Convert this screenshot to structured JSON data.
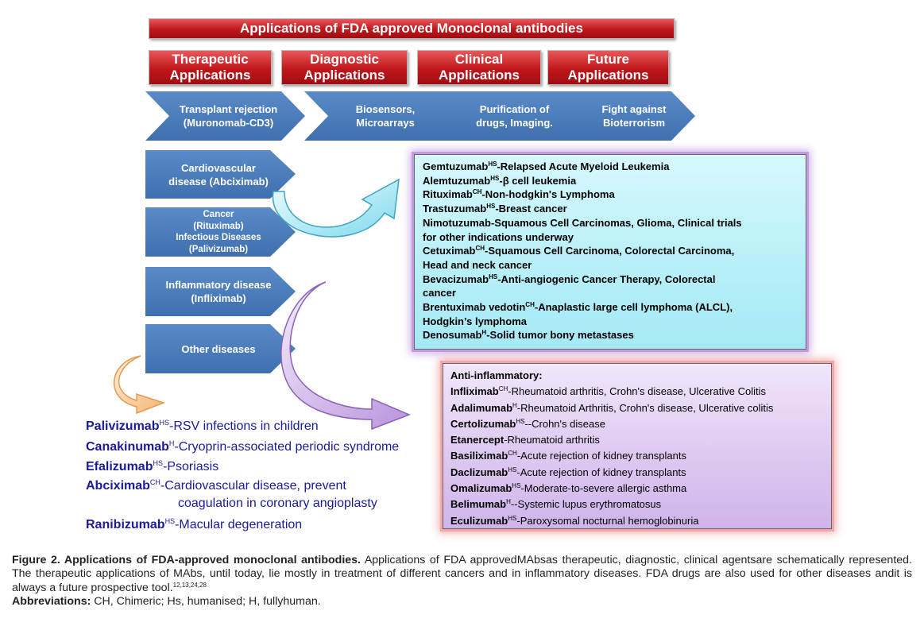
{
  "title": "Applications of FDA approved Monoclonal antibodies",
  "categories": [
    {
      "line1": "Therapeutic",
      "line2": "Applications"
    },
    {
      "line1": "Diagnostic",
      "line2": "Applications"
    },
    {
      "line1": "Clinical",
      "line2": "Applications"
    },
    {
      "line1": "Future",
      "line2": "Applications"
    }
  ],
  "top_row": [
    {
      "line1": "Transplant  rejection",
      "line2": "(Muronomab-CD3)"
    },
    {
      "line1": "Biosensors,",
      "line2": "Microarrays"
    },
    {
      "line1": "Purification of",
      "line2": "drugs, Imaging."
    },
    {
      "line1": "Fight against",
      "line2": "Bioterrorism"
    }
  ],
  "left_column": [
    {
      "lines": [
        "Cardiovascular",
        "disease (Abciximab)"
      ]
    },
    {
      "lines": [
        "Cancer",
        "(Rituximab)",
        "Infectious Diseases",
        "(Palivizumab)"
      ]
    },
    {
      "lines": [
        "Inflammatory disease",
        "(Infliximab)"
      ]
    },
    {
      "lines": [
        "Other diseases"
      ]
    }
  ],
  "cancer_box": [
    {
      "name": "Gemtuzumab",
      "sup": "HS",
      "text": "-Relapsed Acute Myeloid Leukemia"
    },
    {
      "name": "Alemtuzumab",
      "sup": "HS",
      "text": "-β cell leukemia"
    },
    {
      "name": "Rituximab",
      "sup": "CH",
      "text": "-Non-hodgkin's Lymphoma"
    },
    {
      "name": "Trastuzumab",
      "sup": "HS",
      "text": "-Breast cancer"
    },
    {
      "name": "Nimotuzumab",
      "sup": "",
      "text": "-Squamous Cell Carcinomas, Glioma, Clinical trials"
    },
    {
      "name": "",
      "sup": "",
      "text": "for other indications underway"
    },
    {
      "name": "Cetuximab",
      "sup": "CH",
      "text": "-Squamous Cell Carcinoma, Colorectal Carcinoma,"
    },
    {
      "name": "",
      "sup": "",
      "text": "Head and neck cancer"
    },
    {
      "name": "Bevacizumab",
      "sup": "HS",
      "text": "-Anti-angiogenic Cancer Therapy, Colorectal"
    },
    {
      "name": "",
      "sup": "",
      "text": "cancer"
    },
    {
      "name": "Brentuximab vedotin",
      "sup": "CH",
      "text": "-Anaplastic large cell lymphoma (ALCL),"
    },
    {
      "name": "",
      "sup": "",
      "text": "Hodgkin’s lymphoma"
    },
    {
      "name": "Denosumab",
      "sup": "H",
      "text": "-Solid tumor bony metastases"
    }
  ],
  "inflammatory_box": {
    "heading": "Anti-inflammatory:",
    "items": [
      {
        "name": "Infliximab",
        "sup": "CH",
        "text": "-Rheumatoid arthritis, Crohn's disease, Ulcerative Colitis"
      },
      {
        "name": "Adalimumab",
        "sup": "H",
        "text": "-Rheumatoid Arthritis, Crohn's disease, Ulcerative colitis"
      },
      {
        "name": "Certolizumab",
        "sup": "HS",
        "text": "--Crohn's disease"
      },
      {
        "name": "Etanercept",
        "sup": "",
        "text": "-Rheumatoid arthritis"
      },
      {
        "name": "Basiliximab",
        "sup": "CH",
        "text": "-Acute rejection of kidney transplants"
      },
      {
        "name": "Daclizumab",
        "sup": "HS",
        "text": "-Acute rejection of kidney transplants"
      },
      {
        "name": "Omalizumab",
        "sup": "HS",
        "text": "-Moderate-to-severe allergic asthma"
      },
      {
        "name": "Belimumab",
        "sup": "H",
        "text": "--Systemic lupus erythromatosus"
      },
      {
        "name": "Eculizumab",
        "sup": "HS",
        "text": "-Paroxysomal nocturnal hemoglobinuria"
      }
    ]
  },
  "other_list": [
    {
      "name": "Palivizumab",
      "sup": "HS",
      "text": "-RSV infections in children"
    },
    {
      "name": "Canakinumab",
      "sup": "H",
      "text": "-Cryoprin-associated periodic syndrome"
    },
    {
      "name": "Efalizumab",
      "sup": "HS",
      "text": "-Psoriasis"
    },
    {
      "name": "Abciximab",
      "sup": "CH",
      "text": "-Cardiovascular disease, prevent"
    },
    {
      "name": "",
      "sup": "",
      "text": "coagulation in coronary angioplasty"
    },
    {
      "name": "Ranibizumab",
      "sup": "HS",
      "text": "-Macular degeneration"
    }
  ],
  "caption": {
    "label": "Figure 2. Applications of FDA-approved monoclonal antibodies.",
    "text": " Applications of FDA approvedMAbsas therapeutic, diagnostic, clinical agentsare schematically represented. The therapeutic applications of MAbs, until today, lie mostly in treatment of different cancers and in inflammatory diseases. FDA drugs are also used for other diseases andit is always a future prospective tool.",
    "refs": "12,13,24,28",
    "abbr_label": "Abbreviations:",
    "abbr_text": " CH, Chimeric; Hs, humanised; H, fullyhuman."
  },
  "colors": {
    "banner_red": "#c0161c",
    "chevron_blue": "#4f81bd",
    "drug_list_blue": "#1a1a9a",
    "cancer_box_bg": "#b6eff8",
    "inflammatory_box_bg": "#dcc7f0"
  }
}
